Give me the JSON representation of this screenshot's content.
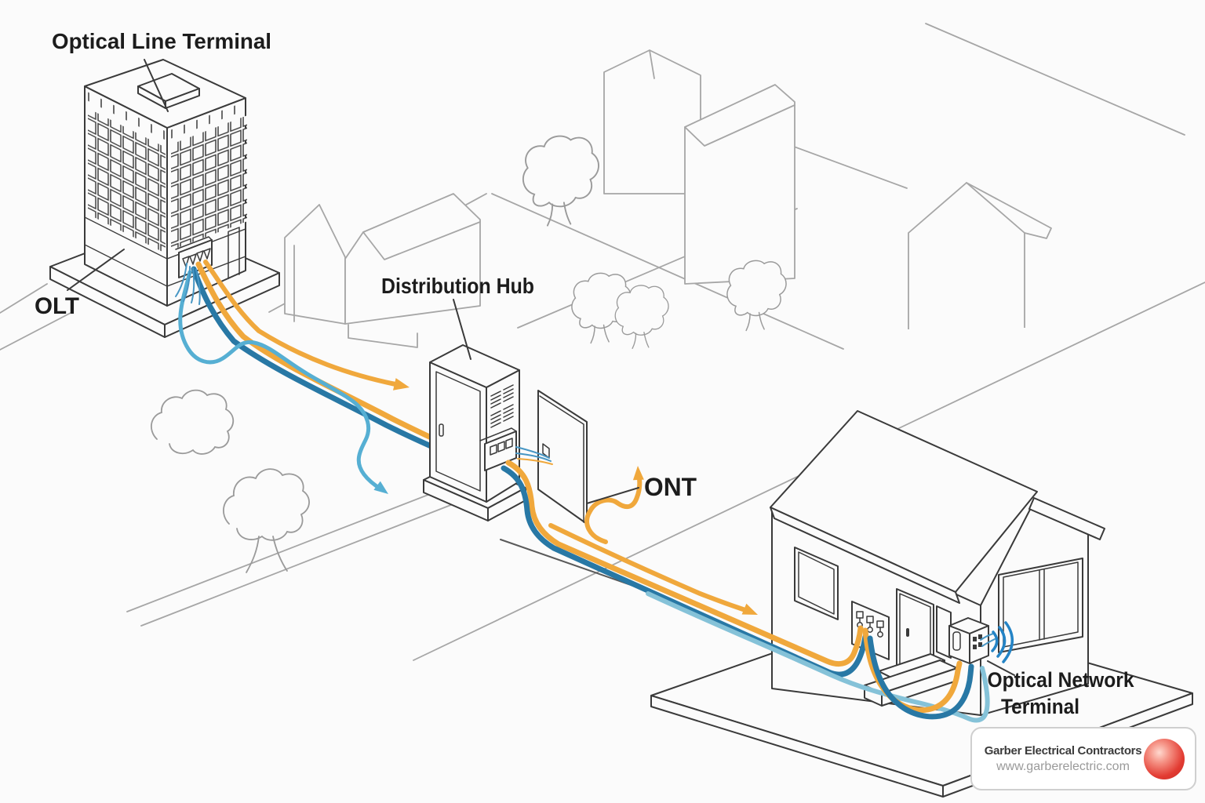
{
  "diagram": {
    "labels": {
      "optical_line_terminal": "Optical Line Terminal",
      "olt": "OLT",
      "distribution_hub": "Distribution Hub",
      "ont": "ONT",
      "optical_network_terminal_line1": "Optical Network",
      "optical_network_terminal_line2": "Terminal"
    },
    "colors": {
      "cable_downstream_orange": "#F0A83C",
      "cable_feeder_blue": "#2878A5",
      "cable_drop_light_blue": "#85C2D8",
      "wifi_blue": "#2484C6",
      "linework_dark": "#3A3A3A",
      "linework_light": "#A6A6A6"
    }
  },
  "footer": {
    "brand": "Garber Electrical Contractors",
    "url": "www.garberelectric.com",
    "logo_color": "#E23B32"
  }
}
